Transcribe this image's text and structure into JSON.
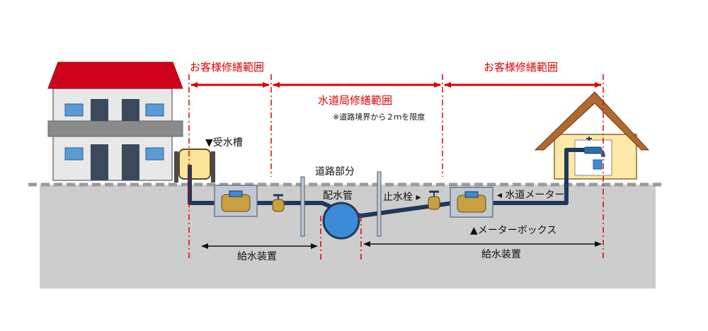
{
  "scopes": {
    "customer_left": "お客様修繕範囲",
    "waterworks": "水道局修繕範囲",
    "customer_right": "お客様修繕範囲",
    "waterworks_note": "※道路境界から２ｍを限度"
  },
  "labels": {
    "receiving_tank": "▼受水槽",
    "road_section": "道路部分",
    "distribution_main": "配水管",
    "stop_valve": "止水栓 ▸",
    "water_meter": "◂ 水道メーター",
    "meter_box": "▲メーターボックス",
    "supply_left": "給水装置",
    "supply_right": "給水装置"
  },
  "colors": {
    "ground": "#cdcdcd",
    "scope_red": "#e00000",
    "pipe": "#1f3a5a",
    "roof_red": "#d0021b",
    "roof_brown": "#b06a30",
    "house_cream": "#fde8a8",
    "main_blue": "#3d8ad6",
    "valve_gold": "#c8a040"
  }
}
